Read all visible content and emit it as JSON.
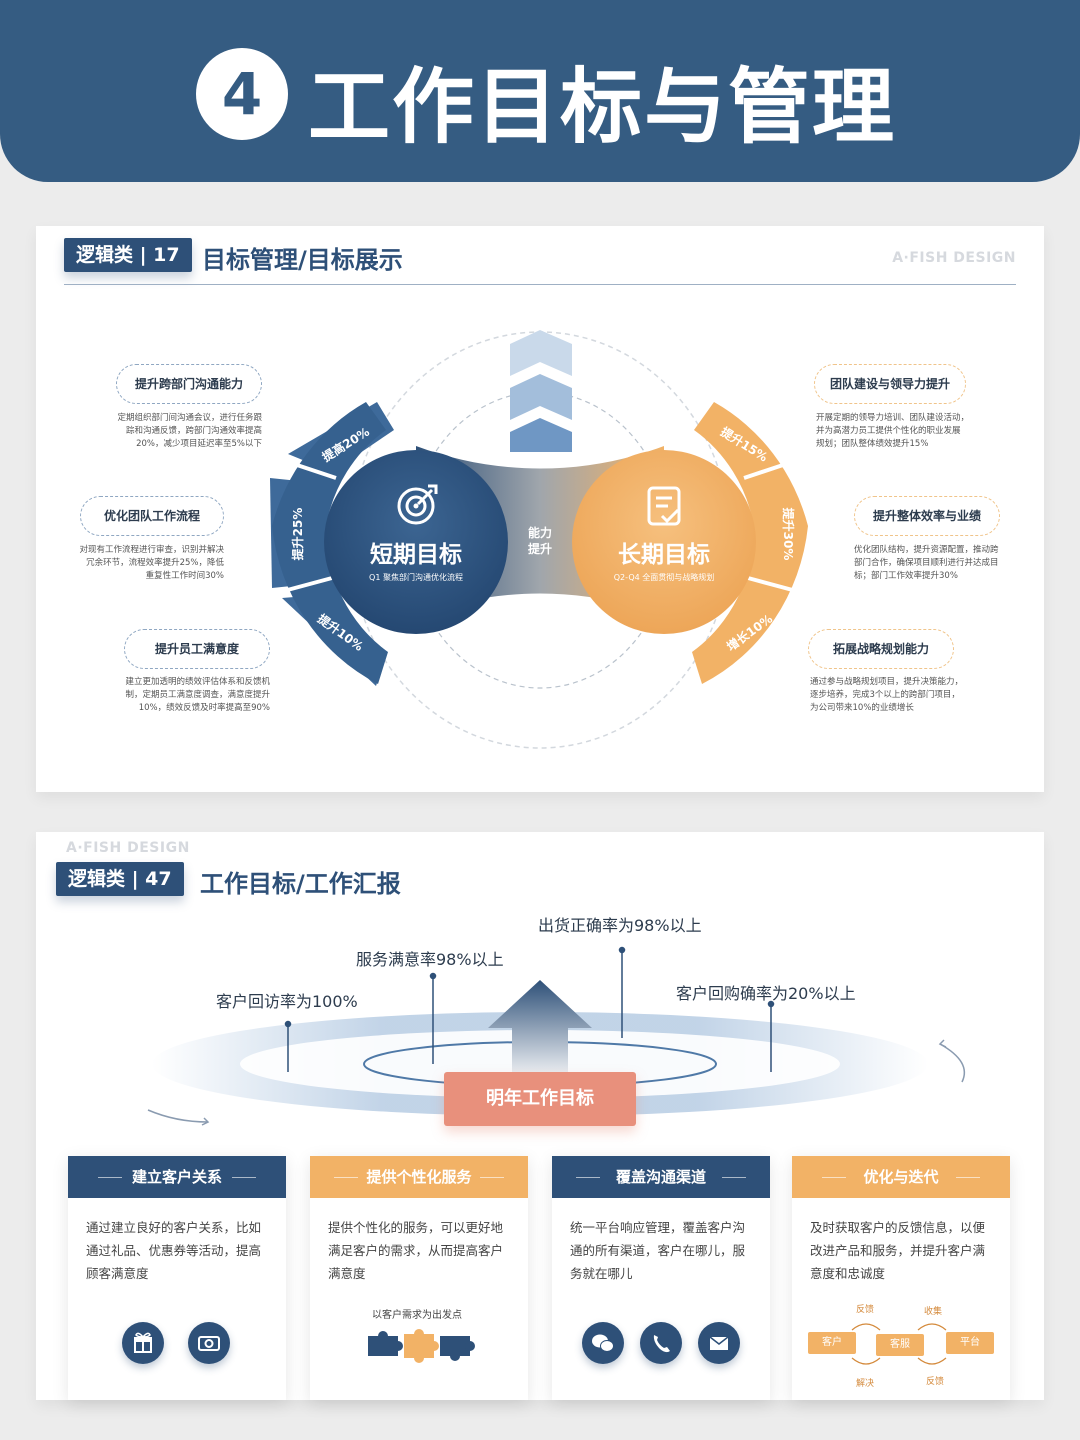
{
  "header": {
    "number": "4",
    "title": "工作目标与管理"
  },
  "slide1": {
    "tag": "逻辑类 | 17",
    "title": "目标管理/目标展示",
    "brand": "A·FISH DESIGN",
    "short_term": {
      "title": "短期目标",
      "subtitle": "Q1 聚焦部门沟通优化流程"
    },
    "long_term": {
      "title": "长期目标",
      "subtitle": "Q2-Q4 全面贯彻与战略规划"
    },
    "center_label_1": "能力",
    "center_label_2": "提升",
    "left_segments": [
      "提高20%",
      "提升25%",
      "提升10%"
    ],
    "right_segments": [
      "提升15%",
      "提升30%",
      "增长10%"
    ],
    "left_items": [
      {
        "title": "提升跨部门沟通能力",
        "desc": [
          "定期组织部门间沟通会议，进行任务跟",
          "踪和沟通反馈，跨部门沟通效率提高",
          "20%，减少项目延迟率至5%以下"
        ]
      },
      {
        "title": "优化团队工作流程",
        "desc": [
          "对现有工作流程进行审查，识别并解决",
          "冗余环节，流程效率提升25%，降低",
          "重复性工作时间30%"
        ]
      },
      {
        "title": "提升员工满意度",
        "desc": [
          "建立更加透明的绩效评估体系和反馈机",
          "制，定期员工满意度调查，满意度提升",
          "10%，绩效反馈及时率提高至90%"
        ]
      }
    ],
    "right_items": [
      {
        "title": "团队建设与领导力提升",
        "desc": [
          "开展定期的领导力培训、团队建设活动，",
          "并为高潜力员工提供个性化的职业发展",
          "规划；团队整体绩效提升15%"
        ]
      },
      {
        "title": "提升整体效率与业绩",
        "desc": [
          "优化团队结构，提升资源配置，推动跨",
          "部门合作，确保项目顺利进行并达成目",
          "标；部门工作效率提升30%"
        ]
      },
      {
        "title": "拓展战略规划能力",
        "desc": [
          "通过参与战略规划项目，提升决策能力，",
          "逐步培养，完成3个以上的跨部门项目，",
          "为公司带来10%的业绩增长"
        ]
      }
    ]
  },
  "slide2": {
    "tag": "逻辑类 | 47",
    "title": "工作目标/工作汇报",
    "brand": "A·FISH DESIGN",
    "goal_button": "明年工作目标",
    "highlights": [
      "客户回访率为100%",
      "服务满意率98%以上",
      "出货正确率为98%以上",
      "客户回购确率为20%以上"
    ],
    "cards": [
      {
        "title": "建立客户关系",
        "text": [
          "通过建立良好的客户关系，比如",
          "通过礼品、优惠券等活动，提高",
          "顾客满意度"
        ],
        "icons": [
          "gift-icon",
          "coupon-icon"
        ]
      },
      {
        "title": "提供个性化服务",
        "text": [
          "提供个性化的服务，可以更好地",
          "满足客户的需求，从而提高客户",
          "满意度"
        ],
        "caption": "以客户需求为出发点"
      },
      {
        "title": "覆盖沟通渠道",
        "text": [
          "统一平台响应管理，覆盖客户沟",
          "通的所有渠道，客户在哪儿，服",
          "务就在哪儿"
        ],
        "icons": [
          "wechat-icon",
          "phone-icon",
          "mail-icon"
        ]
      },
      {
        "title": "优化与迭代",
        "text": [
          "及时获取客户的反馈信息，以便",
          "改进产品和服务，并提升客户满",
          "意度和忠诚度"
        ],
        "flow": {
          "boxes": [
            "客户",
            "客服",
            "平台"
          ],
          "top_labels": [
            "反馈",
            "收集"
          ],
          "bottom_labels": [
            "解决",
            "反馈"
          ]
        }
      }
    ]
  }
}
